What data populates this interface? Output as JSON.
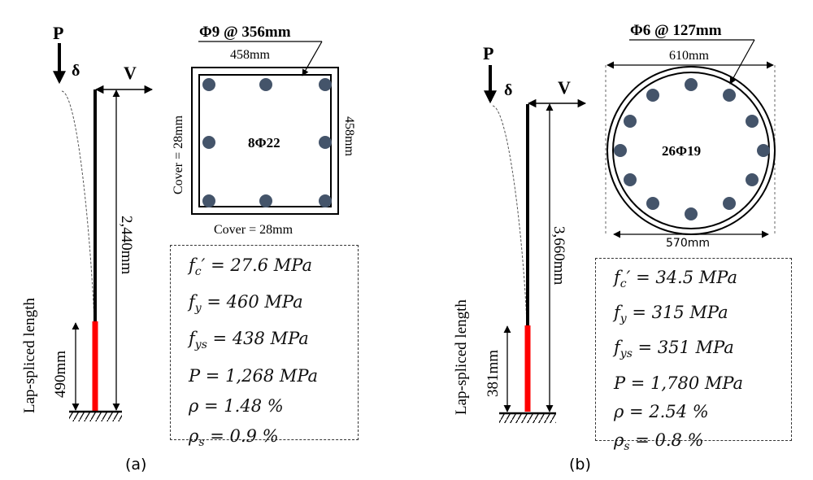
{
  "panel_a": {
    "caption": "(a)",
    "load_p": "P",
    "delta": "δ",
    "load_v": "V",
    "height_label": "2,440mm",
    "lap_splice_label": "Lap-spliced length",
    "lap_length": "490mm",
    "tie_spec": "Φ9 @ 356mm",
    "width_top": "458mm",
    "width_right": "458mm",
    "cover_left": "Cover = 28mm",
    "cover_bottom": "Cover = 28mm",
    "bars": "8Φ22",
    "props": [
      "f_c′ = 27.6 MPa",
      "f_y = 460 MPa",
      "f_ys = 438 MPa",
      "P = 1,268 MPa",
      "ρ = 1.48 %",
      "ρ_s = 0.9 %"
    ]
  },
  "panel_b": {
    "caption": "(b)",
    "load_p": "P",
    "delta": "δ",
    "load_v": "V",
    "height_label": "3,660mm",
    "lap_splice_label": "Lap-spliced length",
    "lap_length": "381mm",
    "tie_spec": "Φ6 @ 127mm",
    "diameter_outer": "610mm",
    "diameter_inner": "570mm",
    "bars": "26Φ19",
    "props": [
      "f_c′ = 34.5 MPa",
      "f_y = 315 MPa",
      "f_ys = 351 MPa",
      "P = 1,780 MPa",
      "ρ = 2.54 %",
      "ρ_s = 0.8 %"
    ]
  },
  "colors": {
    "bar_fill": "#44546a",
    "splice_red": "#ff0000",
    "line": "#000000"
  }
}
